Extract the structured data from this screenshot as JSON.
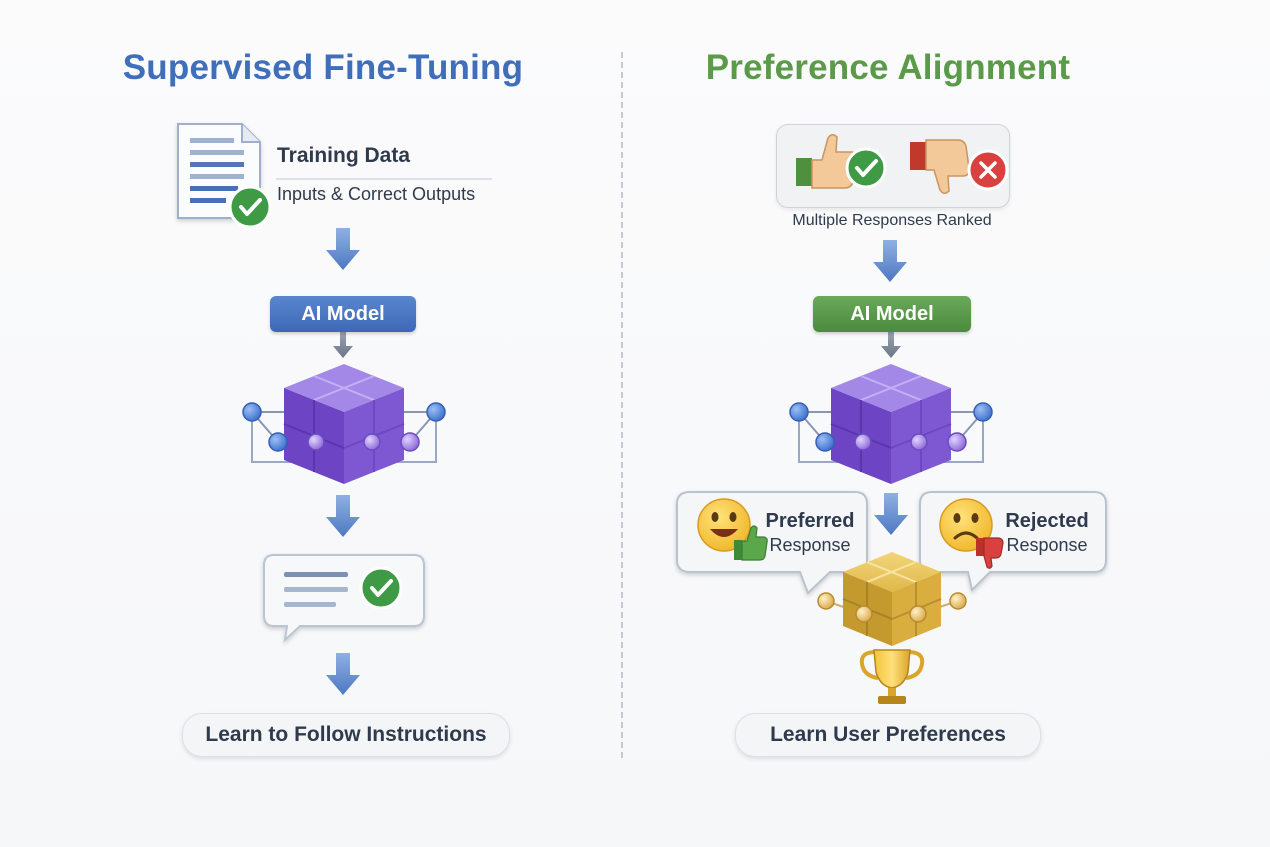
{
  "left": {
    "title": "Supervised Fine-Tuning",
    "training_title": "Training Data",
    "training_subtitle": "Inputs & Correct Outputs",
    "model_label": "AI Model",
    "result": "Learn to Follow Instructions"
  },
  "right": {
    "title": "Preference Alignment",
    "feedback_caption": "Multiple Responses Ranked",
    "model_label": "AI Model",
    "preferred": {
      "line1": "Preferred",
      "line2": "Response"
    },
    "rejected": {
      "line1": "Rejected",
      "line2": "Response"
    },
    "result": "Learn User Preferences"
  },
  "colors": {
    "blue": "#3f6ebb",
    "green": "#5a9a49",
    "purple": "#7a55cf",
    "gold": "#d9b347",
    "check": "#3f9a45",
    "cross": "#d94040"
  }
}
